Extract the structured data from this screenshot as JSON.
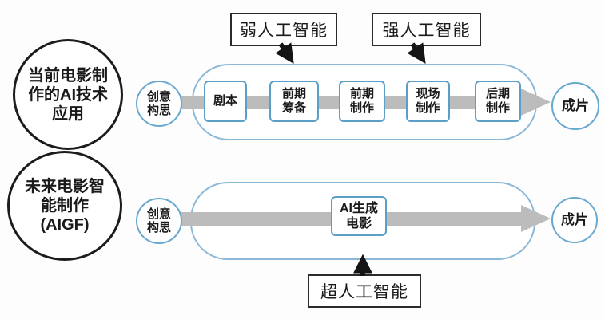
{
  "colors": {
    "container_border": "#8cb8d8",
    "stage_border": "#5b9ec8",
    "node_border": "#68a8cf",
    "flow_arrow": "#bcbcbc",
    "annotation_border": "#2b2b2b",
    "text": "#1a1a1a",
    "background": "#ffffff"
  },
  "annotations": {
    "weak_ai": "弱人工智能",
    "strong_ai": "强人工智能",
    "super_ai": "超人工智能"
  },
  "row1": {
    "title_lines": [
      "当前电影制",
      "作的AI技术",
      "应用"
    ],
    "start_lines": [
      "创意",
      "构思"
    ],
    "stages": [
      {
        "lines": [
          "剧本"
        ]
      },
      {
        "lines": [
          "前期",
          "筹备"
        ]
      },
      {
        "lines": [
          "前期",
          "制作"
        ]
      },
      {
        "lines": [
          "现场",
          "制作"
        ]
      },
      {
        "lines": [
          "后期",
          "制作"
        ]
      }
    ],
    "end": "成片"
  },
  "row2": {
    "title_lines": [
      "未来电影智",
      "能制作",
      "(AIGF)"
    ],
    "start_lines": [
      "创意",
      "构思"
    ],
    "stage_lines": [
      "AI生成",
      "电影"
    ],
    "end": "成片"
  }
}
